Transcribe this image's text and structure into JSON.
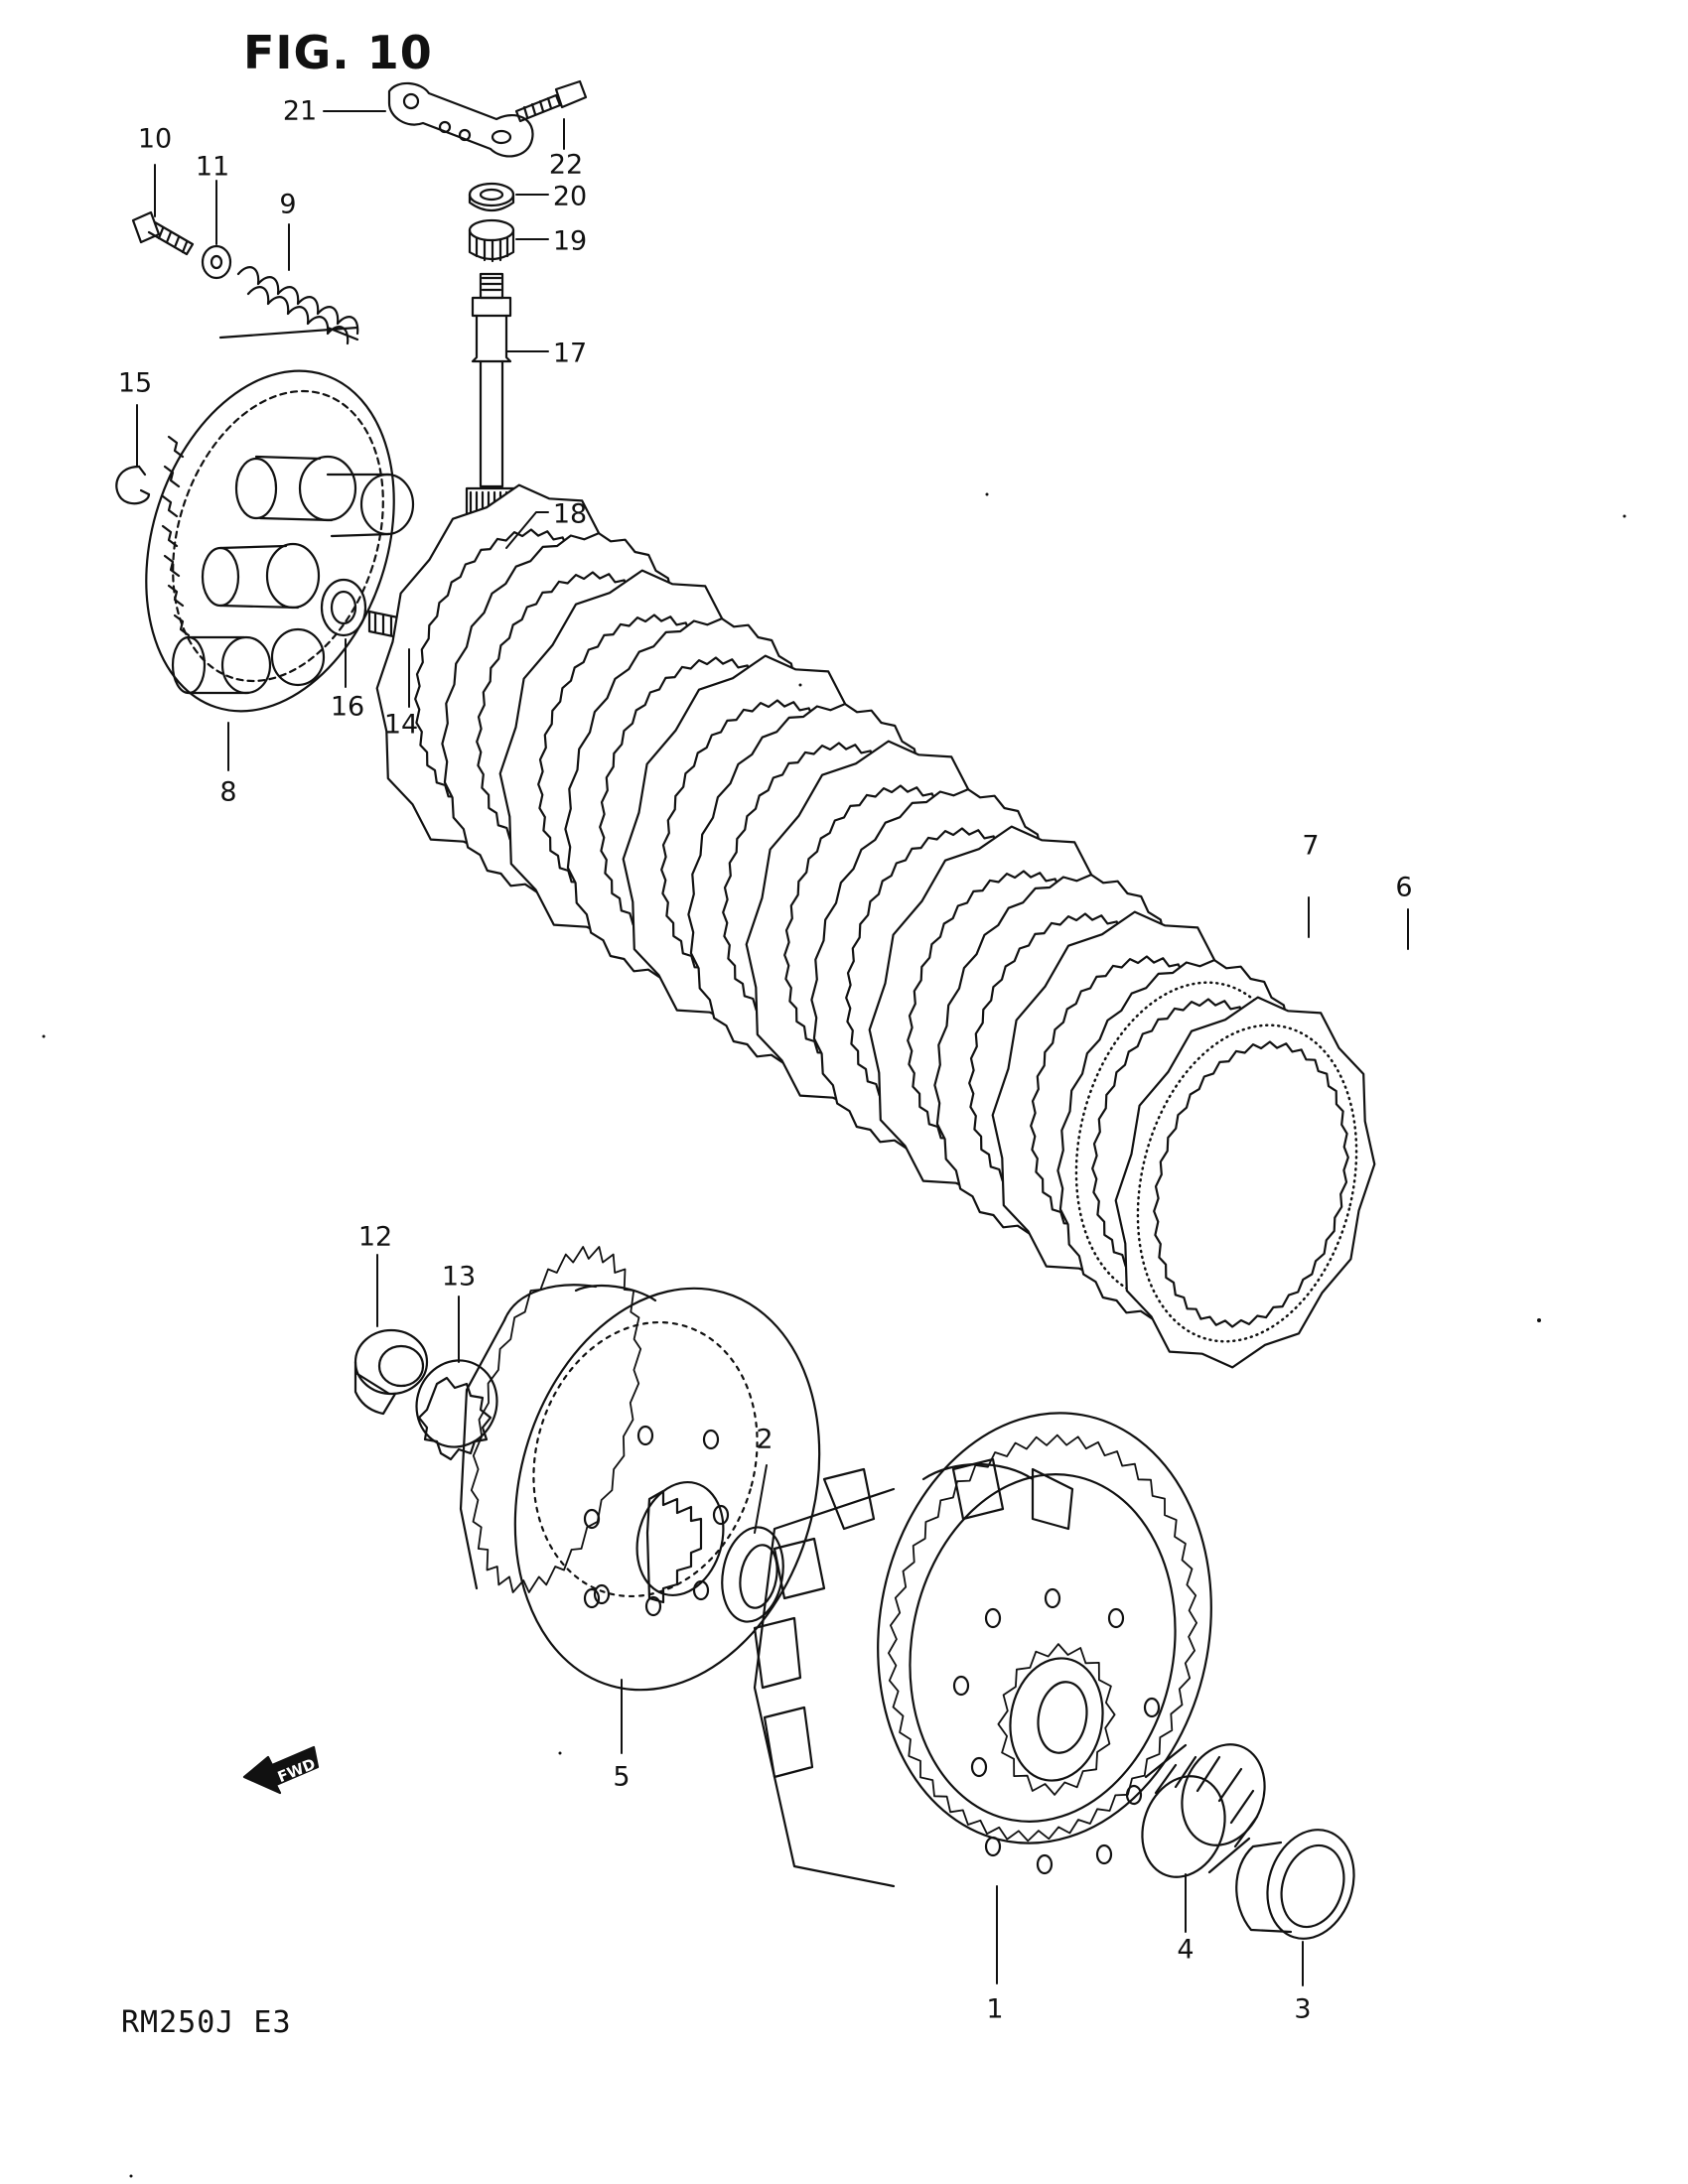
{
  "title": "FIG. 10",
  "model_code": "RM250J  E3",
  "fwd_label": "FWD",
  "callouts": [
    {
      "id": "1"
    },
    {
      "id": "2"
    },
    {
      "id": "3"
    },
    {
      "id": "4"
    },
    {
      "id": "5"
    },
    {
      "id": "6"
    },
    {
      "id": "7"
    },
    {
      "id": "8"
    },
    {
      "id": "9"
    },
    {
      "id": "10"
    },
    {
      "id": "11"
    },
    {
      "id": "12"
    },
    {
      "id": "13"
    },
    {
      "id": "14"
    },
    {
      "id": "15"
    },
    {
      "id": "16"
    },
    {
      "id": "17"
    },
    {
      "id": "18"
    },
    {
      "id": "19"
    },
    {
      "id": "20"
    },
    {
      "id": "21"
    },
    {
      "id": "22"
    }
  ]
}
